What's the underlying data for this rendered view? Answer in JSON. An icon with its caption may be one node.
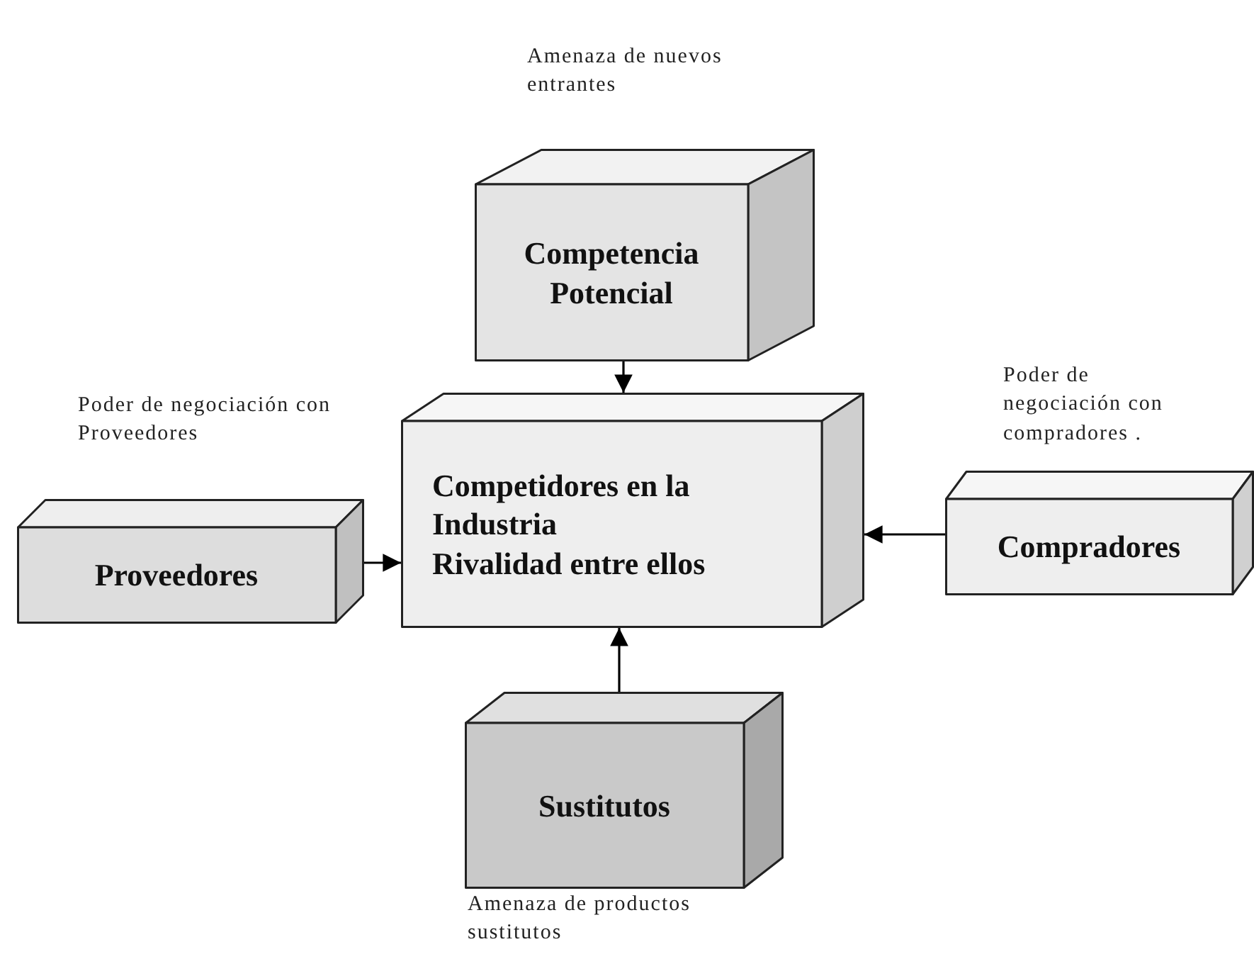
{
  "diagram": {
    "nodes": [
      {
        "text": [
          "Competencia Potencial"
        ],
        "beside": [
          "Amenaza de nuevos entrantes"
        ]
      },
      {
        "text": [
          "Competidores en la Industria",
          "Rivalidad entre ellos"
        ]
      },
      {
        "text": [
          "Proveedores"
        ],
        "beside": [
          "Poder de negociación con Proveedores"
        ]
      },
      {
        "text": [
          "Compradores"
        ],
        "beside": [
          "Poder de negociación con compradores ."
        ]
      },
      {
        "text": [
          "Sustitutos"
        ],
        "beside": [
          "Amenaza de productos sustitutos"
        ]
      }
    ],
    "edges": [
      {
        "from": 0,
        "to": 1,
        "arrow": "to"
      },
      {
        "from": 2,
        "to": 1,
        "arrow": "to"
      },
      {
        "from": 3,
        "to": 1,
        "arrow": "to"
      },
      {
        "from": 4,
        "to": 1,
        "arrow": "to"
      }
    ]
  }
}
